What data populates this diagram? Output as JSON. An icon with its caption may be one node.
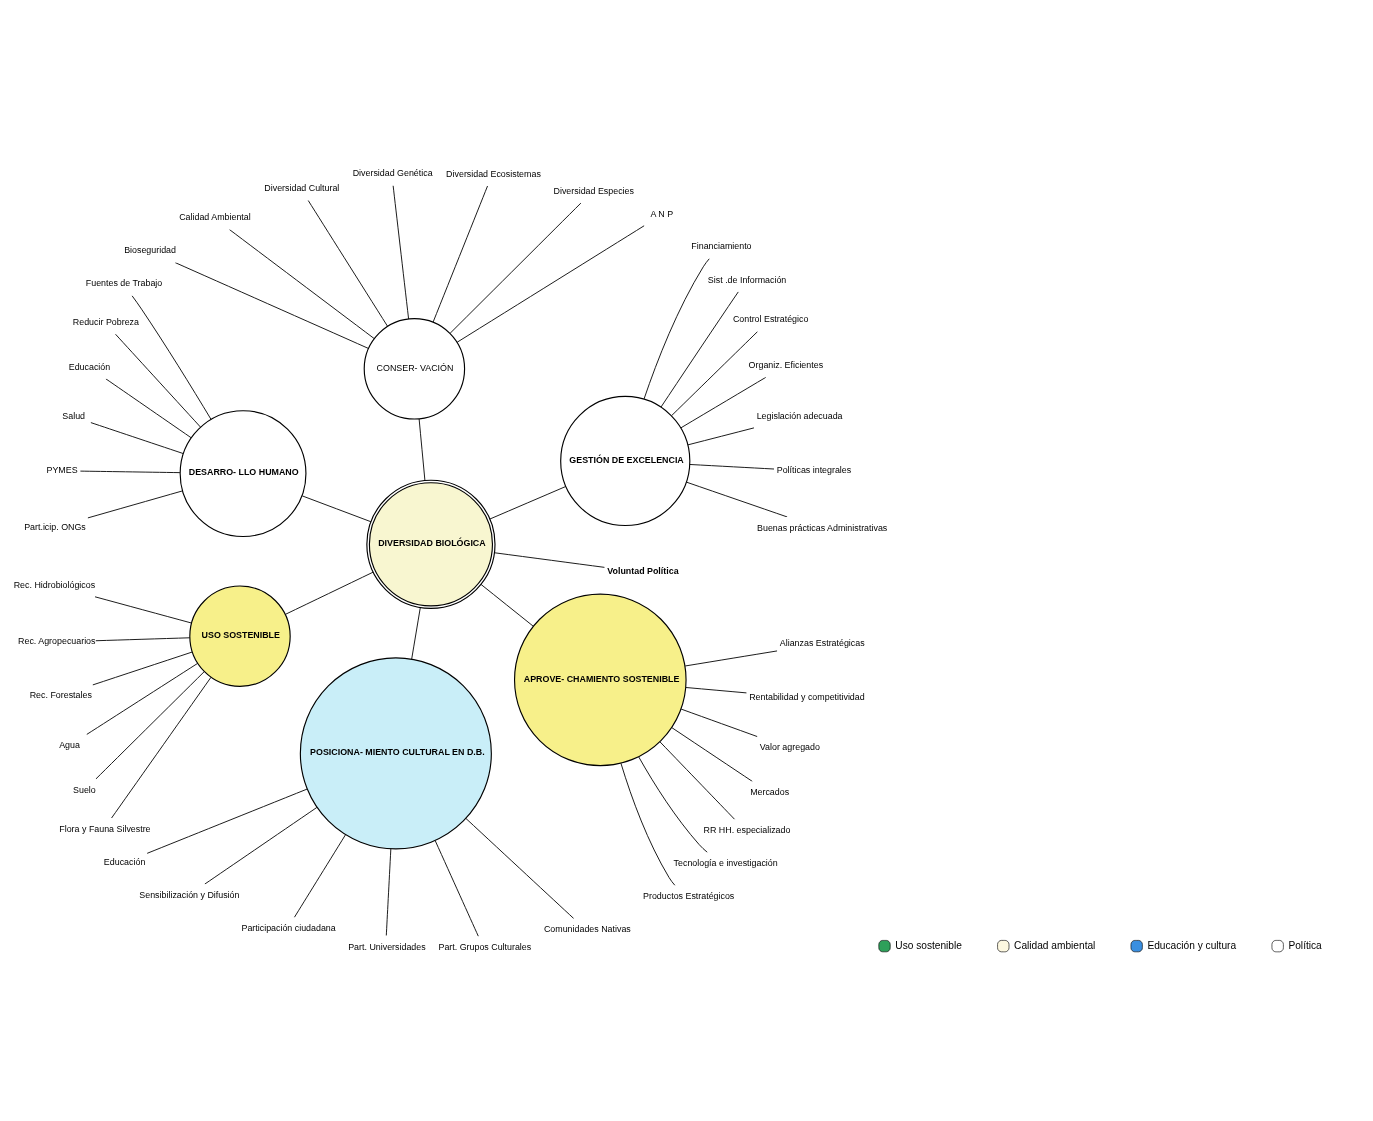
{
  "diagram": {
    "nodes": [
      {
        "text": [
          "GESTIÓN DE EXCELENCIA"
        ]
      },
      {
        "text": [
          "Buenas prácticas Administrativas"
        ]
      },
      {
        "text": [
          "Políticas integrales"
        ]
      },
      {
        "text": [
          "Legislación adecuada"
        ]
      },
      {
        "text": [
          "Organiz. Eficientes"
        ]
      },
      {
        "text": [
          "Control Estratégico"
        ]
      },
      {
        "text": [
          "Sist .de Información"
        ]
      },
      {
        "text": [
          "Financiamiento"
        ]
      },
      {
        "text": [
          "CONSER- VACIÓN"
        ]
      },
      {
        "text": [
          "A N P"
        ]
      },
      {
        "text": [
          "Diversidad Especies"
        ]
      },
      {
        "text": [
          "Diversidad Ecosistemas"
        ]
      },
      {
        "text": [
          "Diversidad Genética"
        ]
      },
      {
        "text": [
          "Diversidad Cultural"
        ]
      },
      {
        "text": [
          "Calidad Ambiental"
        ]
      },
      {
        "text": [
          "Bioseguridad"
        ]
      },
      {
        "text": [
          "Voluntad Política"
        ]
      },
      {
        "text": [
          "DIVERSIDAD BIOLÓGICA"
        ]
      },
      {
        "text": [
          "DESARRO- LLO HUMANO"
        ]
      },
      {
        "text": [
          "Fuentes de Trabajo"
        ]
      },
      {
        "text": [
          "Reducir Pobreza"
        ]
      },
      {
        "text": [
          "Educación"
        ]
      },
      {
        "text": [
          "Salud"
        ]
      },
      {
        "text": [
          "PYMES"
        ]
      },
      {
        "text": [
          "Part.icip. ONGs"
        ]
      },
      {
        "text": [
          "USO SOSTENIBLE"
        ]
      },
      {
        "text": [
          "Rec. Hidrobiológicos"
        ]
      },
      {
        "text": [
          "Rec. Agropecuarios"
        ]
      },
      {
        "text": [
          "Rec. Forestales"
        ]
      },
      {
        "text": [
          "Agua"
        ]
      },
      {
        "text": [
          "Suelo"
        ]
      },
      {
        "text": [
          "Flora y Fauna Silvestre"
        ]
      },
      {
        "text": [
          "POSICIONA- MIENTO CULTURAL EN D.B."
        ]
      },
      {
        "text": [
          "Educación"
        ]
      },
      {
        "text": [
          "Sensibilización y Difusión"
        ]
      },
      {
        "text": [
          "Participación ciudadana"
        ]
      },
      {
        "text": [
          "Part. Universidades"
        ]
      },
      {
        "text": [
          "Part. Grupos Culturales"
        ]
      },
      {
        "text": [
          "Comunidades Nativas"
        ]
      },
      {
        "text": [
          "APROVE- CHAMIENTO SOSTENIBLE"
        ]
      },
      {
        "text": [
          "Productos Estratégicos"
        ]
      },
      {
        "text": [
          "Tecnología e investigación"
        ]
      },
      {
        "text": [
          "RR HH. especializado"
        ]
      },
      {
        "text": [
          "Mercados"
        ]
      },
      {
        "text": [
          "Valor agregado"
        ]
      },
      {
        "text": [
          "Rentabilidad y competitividad"
        ]
      },
      {
        "text": [
          "Alianzas Estratégicas"
        ]
      }
    ],
    "edges": [
      {
        "from": 17,
        "to": 0,
        "arrow": "none"
      },
      {
        "from": 17,
        "to": 8,
        "arrow": "none"
      },
      {
        "from": 17,
        "to": 18,
        "arrow": "none"
      },
      {
        "from": 17,
        "to": 25,
        "arrow": "none"
      },
      {
        "from": 17,
        "to": 32,
        "arrow": "none"
      },
      {
        "from": 17,
        "to": 39,
        "arrow": "none"
      },
      {
        "from": 16,
        "to": 17,
        "arrow": "none"
      },
      {
        "from": 1,
        "to": 0,
        "arrow": "none"
      },
      {
        "from": 2,
        "to": 0,
        "arrow": "none"
      },
      {
        "from": 3,
        "to": 0,
        "arrow": "none"
      },
      {
        "from": 4,
        "to": 0,
        "arrow": "none"
      },
      {
        "from": 5,
        "to": 0,
        "arrow": "none"
      },
      {
        "from": 6,
        "to": 0,
        "arrow": "none"
      },
      {
        "from": 7,
        "to": 0,
        "arrow": "none"
      },
      {
        "from": 9,
        "to": 8,
        "arrow": "none"
      },
      {
        "from": 10,
        "to": 8,
        "arrow": "none"
      },
      {
        "from": 11,
        "to": 8,
        "arrow": "none"
      },
      {
        "from": 12,
        "to": 8,
        "arrow": "none"
      },
      {
        "from": 13,
        "to": 8,
        "arrow": "none"
      },
      {
        "from": 14,
        "to": 8,
        "arrow": "none"
      },
      {
        "from": 15,
        "to": 8,
        "arrow": "none"
      },
      {
        "from": 19,
        "to": 18,
        "arrow": "none"
      },
      {
        "from": 20,
        "to": 18,
        "arrow": "none"
      },
      {
        "from": 21,
        "to": 18,
        "arrow": "none"
      },
      {
        "from": 22,
        "to": 18,
        "arrow": "none"
      },
      {
        "from": 23,
        "to": 18,
        "arrow": "none"
      },
      {
        "from": 24,
        "to": 18,
        "arrow": "none"
      },
      {
        "from": 26,
        "to": 25,
        "arrow": "none"
      },
      {
        "from": 27,
        "to": 25,
        "arrow": "none"
      },
      {
        "from": 28,
        "to": 25,
        "arrow": "none"
      },
      {
        "from": 29,
        "to": 25,
        "arrow": "none"
      },
      {
        "from": 30,
        "to": 25,
        "arrow": "none"
      },
      {
        "from": 31,
        "to": 25,
        "arrow": "none"
      },
      {
        "from": 33,
        "to": 32,
        "arrow": "none"
      },
      {
        "from": 34,
        "to": 32,
        "arrow": "none"
      },
      {
        "from": 35,
        "to": 32,
        "arrow": "none"
      },
      {
        "from": 36,
        "to": 32,
        "arrow": "none"
      },
      {
        "from": 37,
        "to": 32,
        "arrow": "none"
      },
      {
        "from": 38,
        "to": 32,
        "arrow": "none"
      },
      {
        "from": 40,
        "to": 39,
        "arrow": "none"
      },
      {
        "from": 41,
        "to": 39,
        "arrow": "none"
      },
      {
        "from": 42,
        "to": 39,
        "arrow": "none"
      },
      {
        "from": 43,
        "to": 39,
        "arrow": "none"
      },
      {
        "from": 44,
        "to": 39,
        "arrow": "none"
      },
      {
        "from": 45,
        "to": 39,
        "arrow": "none"
      },
      {
        "from": 46,
        "to": 39,
        "arrow": "none"
      }
    ],
    "legend": [
      {
        "text": "Uso sostenible",
        "color": "#2ea05a"
      },
      {
        "text": "Calidad ambiental",
        "color": "#fdf8e0"
      },
      {
        "text": "Educación y cultura",
        "color": "#3a8fe0"
      },
      {
        "text": "Política",
        "color": "#ffffff"
      }
    ]
  }
}
